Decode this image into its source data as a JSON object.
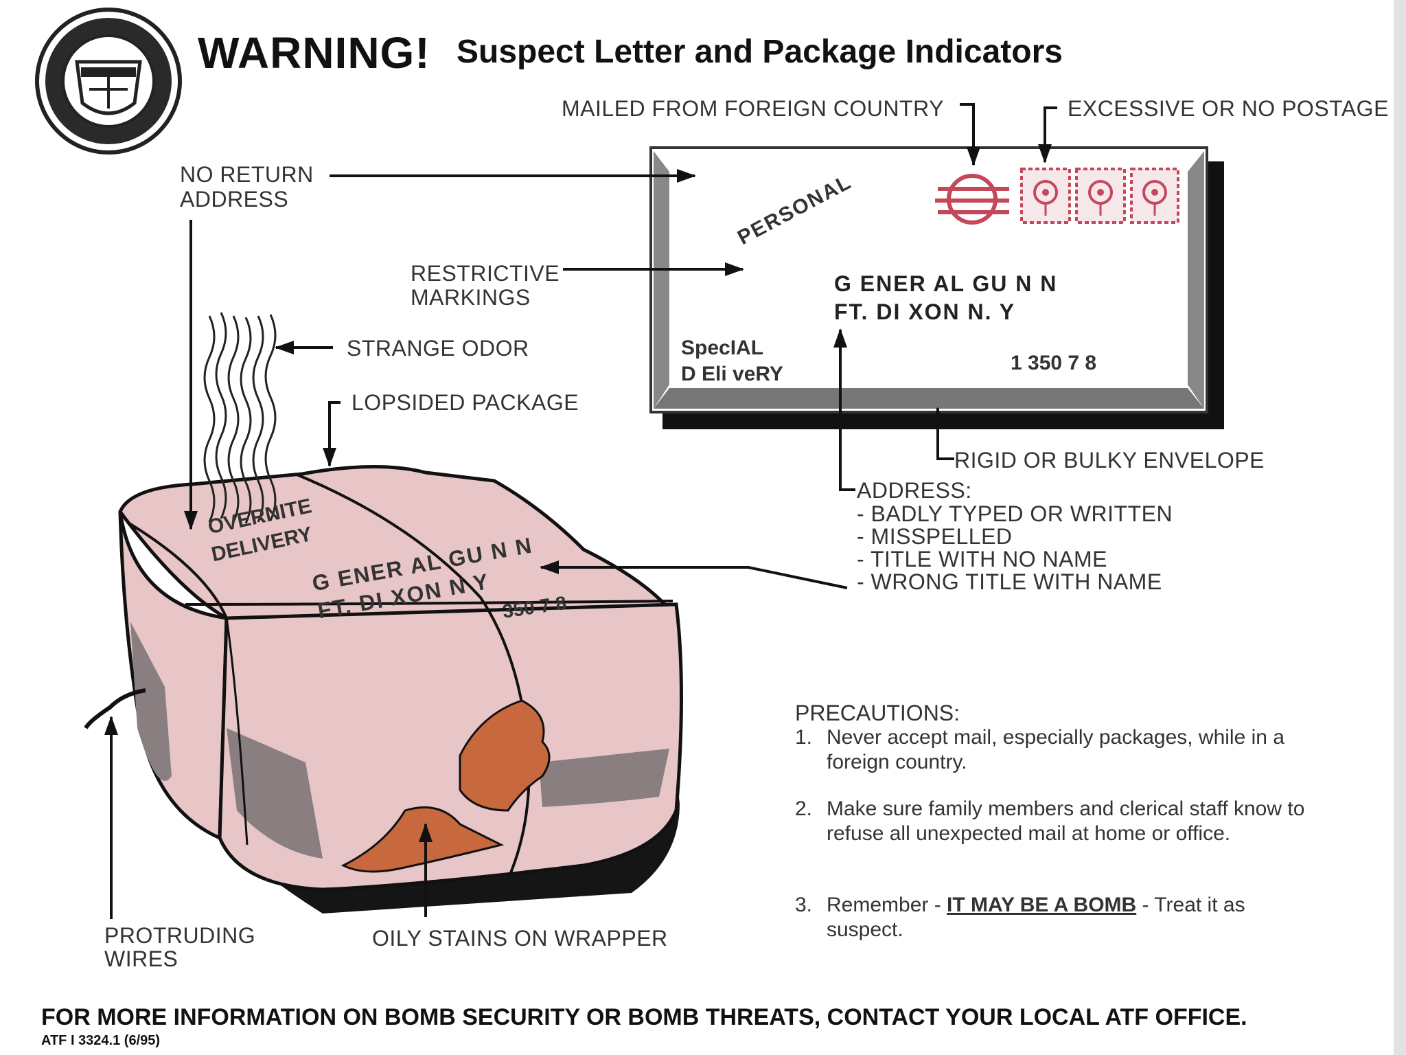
{
  "header": {
    "warning": "WARNING!",
    "title": "Suspect Letter and Package Indicators"
  },
  "labels": {
    "foreign_country": "MAILED FROM FOREIGN COUNTRY",
    "postage": "EXCESSIVE OR NO POSTAGE",
    "no_return_line1": "NO RETURN",
    "no_return_line2": "ADDRESS",
    "restrictive_line1": "RESTRICTIVE",
    "restrictive_line2": "MARKINGS",
    "strange_odor": "STRANGE ODOR",
    "lopsided": "LOPSIDED PACKAGE",
    "rigid": "RIGID OR BULKY ENVELOPE",
    "address_head": "ADDRESS:",
    "address_items": [
      "- BADLY TYPED OR WRITTEN",
      "- MISSPELLED",
      "- TITLE WITH NO NAME",
      "- WRONG TITLE WITH NAME"
    ],
    "protruding_line1": "PROTRUDING",
    "protruding_line2": "WIRES",
    "oily": "OILY STAINS ON WRAPPER"
  },
  "envelope": {
    "personal": "PERSONAL",
    "addr_line1": "G ENER AL GU N N",
    "addr_line2": "FT. DI XON N. Y",
    "special_line1": "SpecIAL",
    "special_line2": "D Eli veRY",
    "zip": "1 350 7 8"
  },
  "package": {
    "overnite_line1": "OVERNITE",
    "overnite_line2": "DELIVERY",
    "addr_line1": "G ENER AL GU N N",
    "addr_line2": "FT. DI XON N Y",
    "zip": "350 7 8"
  },
  "precautions": {
    "heading": "PRECAUTIONS:",
    "items": [
      {
        "num": "1.",
        "text": "Never accept mail, especially packages, while in a foreign country."
      },
      {
        "num": "2.",
        "text": "Make sure family members and clerical staff know to refuse all unexpected mail at home or office."
      },
      {
        "num": "3.",
        "pre": "Remember - ",
        "bold": "IT MAY BE A BOMB",
        "post": " - Treat it as suspect."
      }
    ]
  },
  "footer": {
    "info": "FOR MORE INFORMATION ON BOMB SECURITY OR BOMB THREATS, CONTACT YOUR LOCAL ATF OFFICE.",
    "form_number": "ATF I 3324.1 (6/95)"
  },
  "colors": {
    "package_fill": "#e8c6c8",
    "package_shadow": "#8a7f80",
    "stain": "#c8683e",
    "stamp_red": "#c4485a"
  },
  "icons": {
    "seal": "atf-seal-icon",
    "stamp": "flower-stamp-icon",
    "postmark": "postmark-icon"
  }
}
